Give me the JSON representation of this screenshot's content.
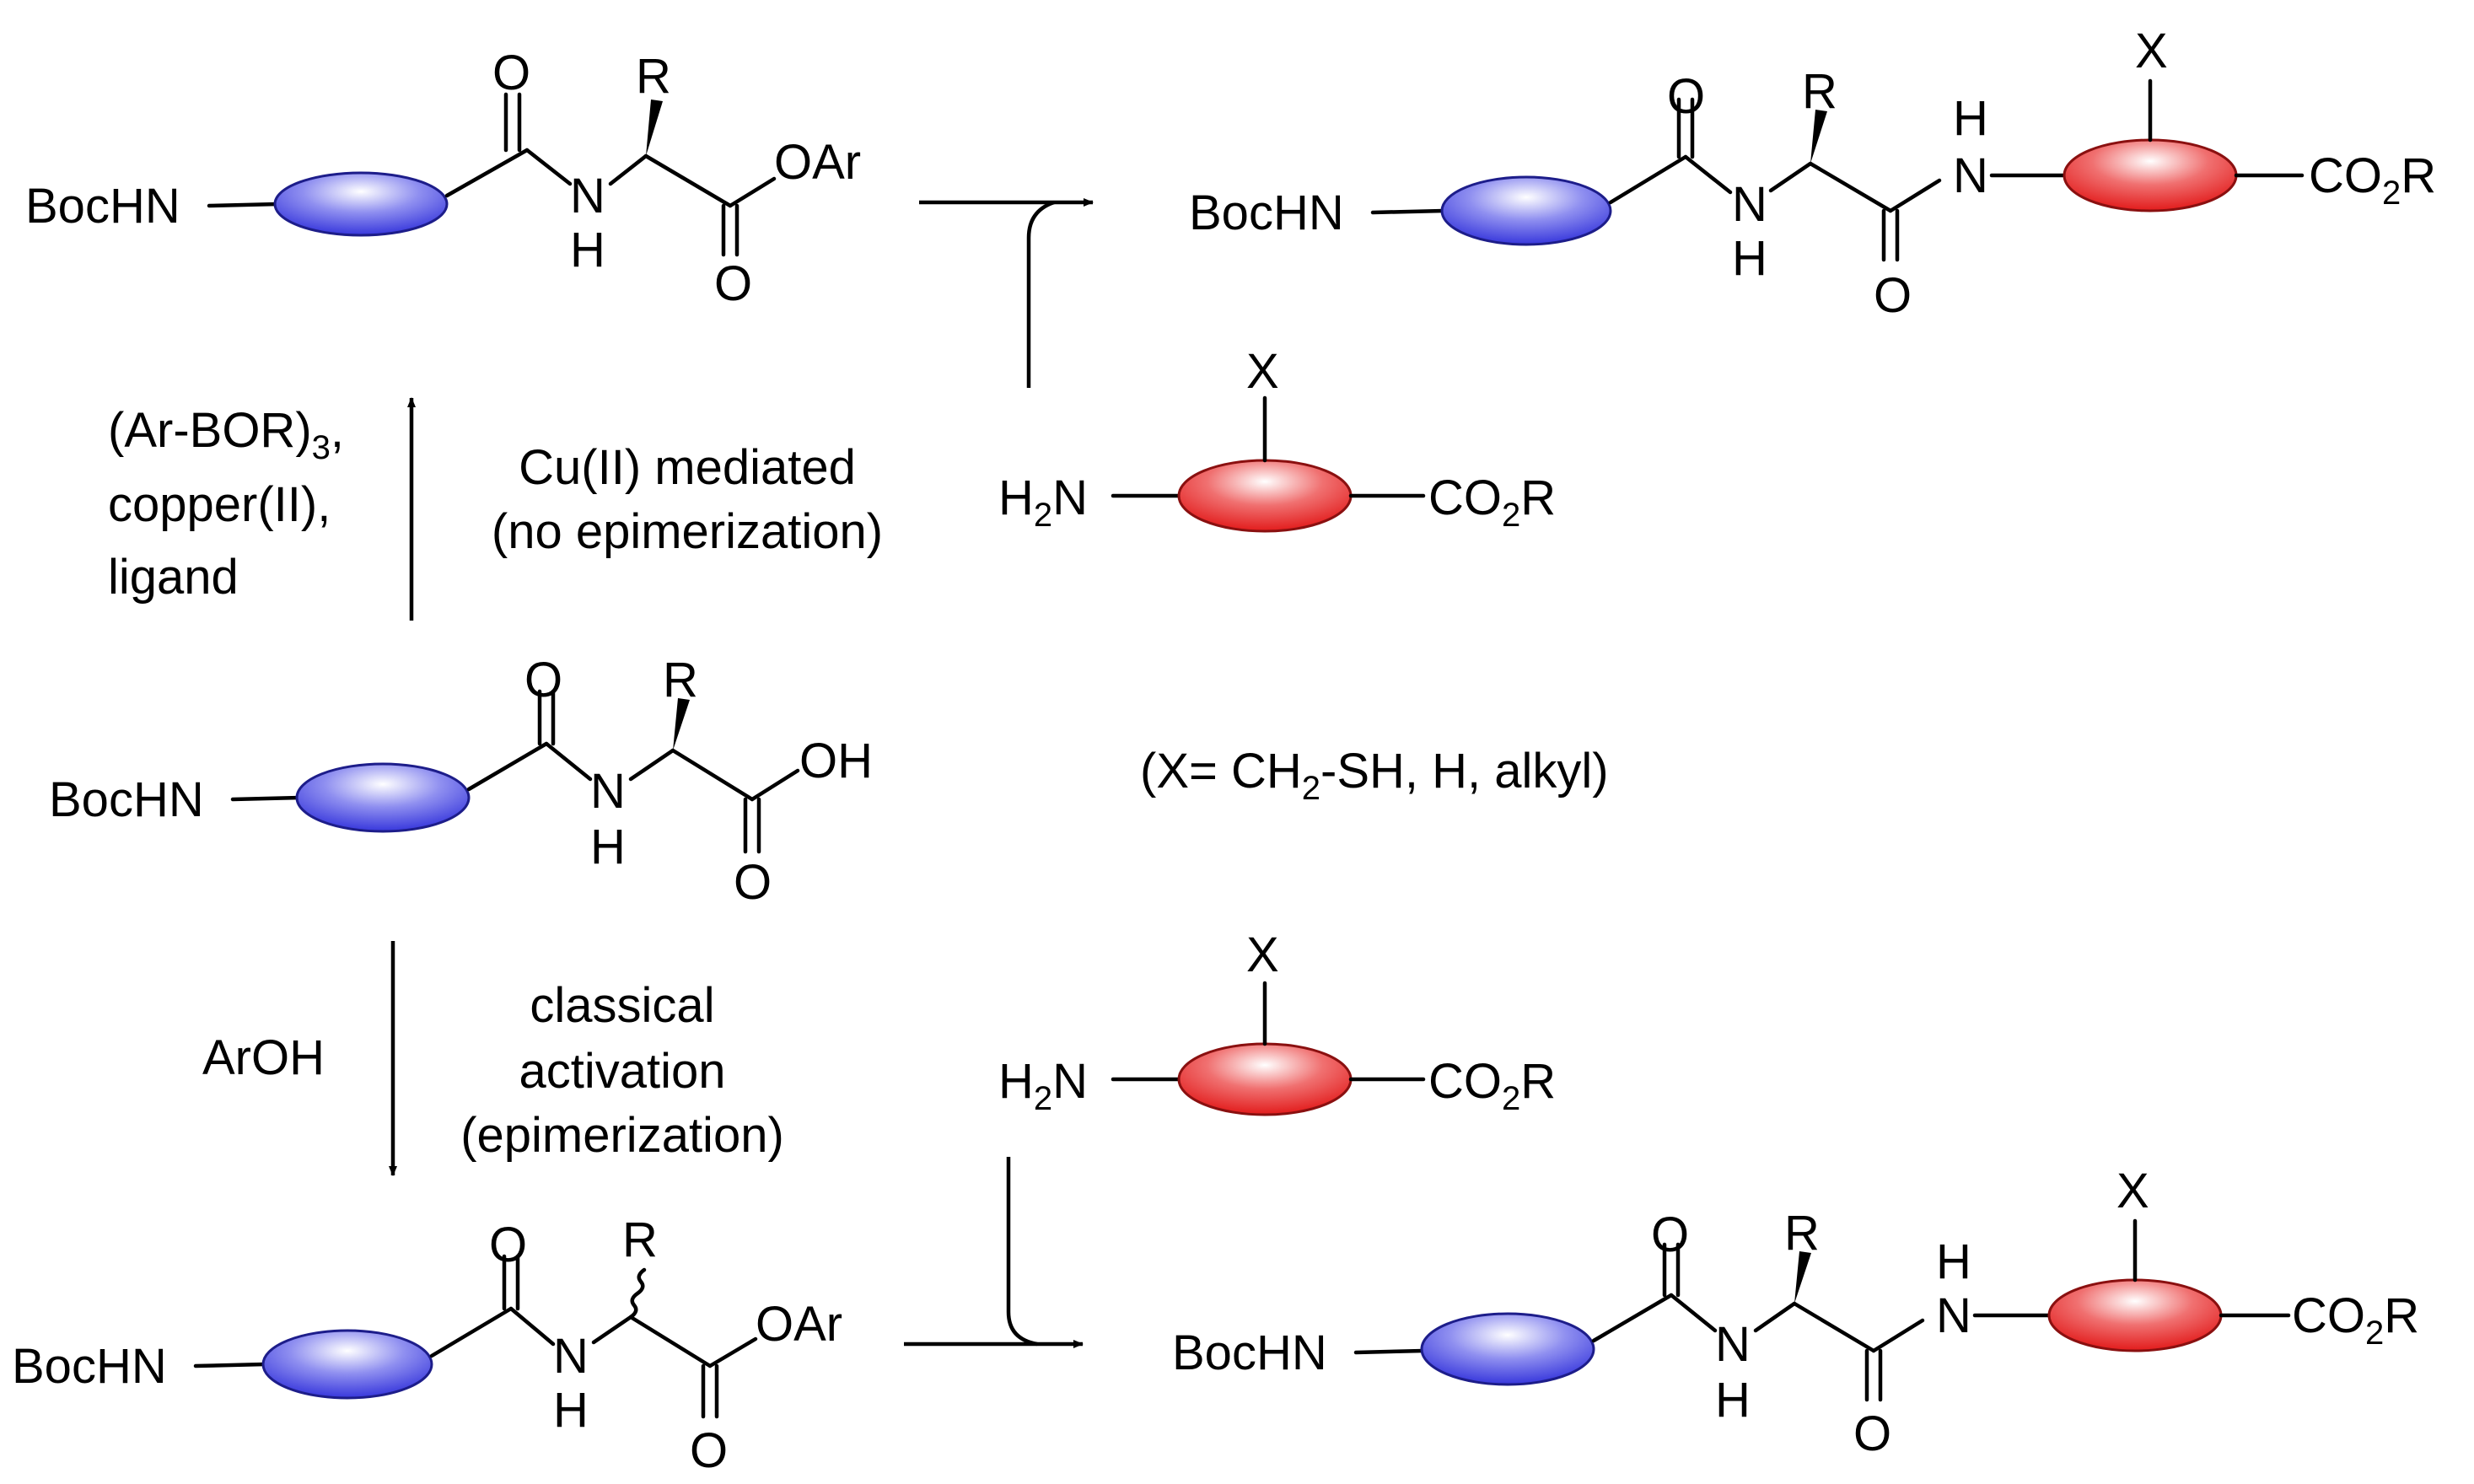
{
  "labels": {
    "bochn": "BocHN",
    "nh_n": "N",
    "nh_h": "H",
    "carbonyl_o": "O",
    "r_group": "R",
    "oar": "OAr",
    "oh": "OH",
    "x_sub": "X",
    "h2n_h": "H",
    "h2n_2": "2",
    "h2n_n": "N",
    "co2r_co": "CO",
    "co2r_2": "2",
    "co2r_r": "R"
  },
  "conditions": {
    "cu_reagents_line1": "(Ar-BOR)",
    "cu_reagents_line1_sub": "3",
    "cu_reagents_line1_end": ",",
    "cu_reagents_line2": "copper(II),",
    "cu_reagents_line3": "ligand",
    "cu_note_line1": "Cu(II) mediated",
    "cu_note_line2": "(no epimerization)",
    "classical_reagent": "ArOH",
    "classical_note_line1": "classical",
    "classical_note_line2": "activation",
    "classical_note_line3": "(epimerization)"
  },
  "x_definition": {
    "open": "(X= CH",
    "sub": "2",
    "rest": "-SH, H, alkyl)"
  },
  "colors": {
    "blue_unit": "#2b2bd9",
    "red_unit": "#e01010",
    "ink": "#000000"
  }
}
